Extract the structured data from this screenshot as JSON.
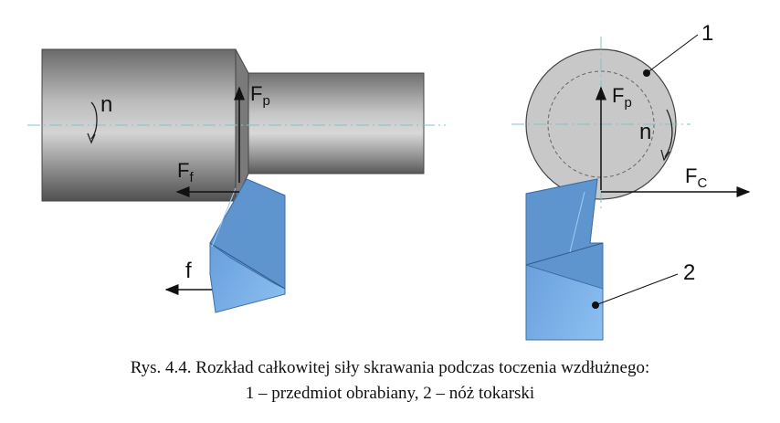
{
  "labels": {
    "n_left": "n",
    "Fp_left_main": "F",
    "Fp_left_sub": "p",
    "Ff_main": "F",
    "Ff_sub": "f",
    "f_feed": "f",
    "Fp_right_main": "F",
    "Fp_right_sub": "p",
    "n_right": "n",
    "Fc_main": "F",
    "Fc_sub": "C",
    "part_1": "1",
    "part_2": "2"
  },
  "caption": {
    "line1": "Rys. 4.4. Rozkład całkowitej siły skrawania podczas toczenia wzdłużnego:",
    "line2": "1 – przedmiot obrabiany, 2 – nóż tokarski"
  },
  "colors": {
    "workpiece_dark": "#5a5a5a",
    "workpiece_light": "#b8b8b8",
    "tool_blue": "#6fa9e6",
    "tool_dark": "#4a7fb8",
    "disc_grey": "#c8c8c8",
    "axis_line": "#7fc4c4"
  }
}
